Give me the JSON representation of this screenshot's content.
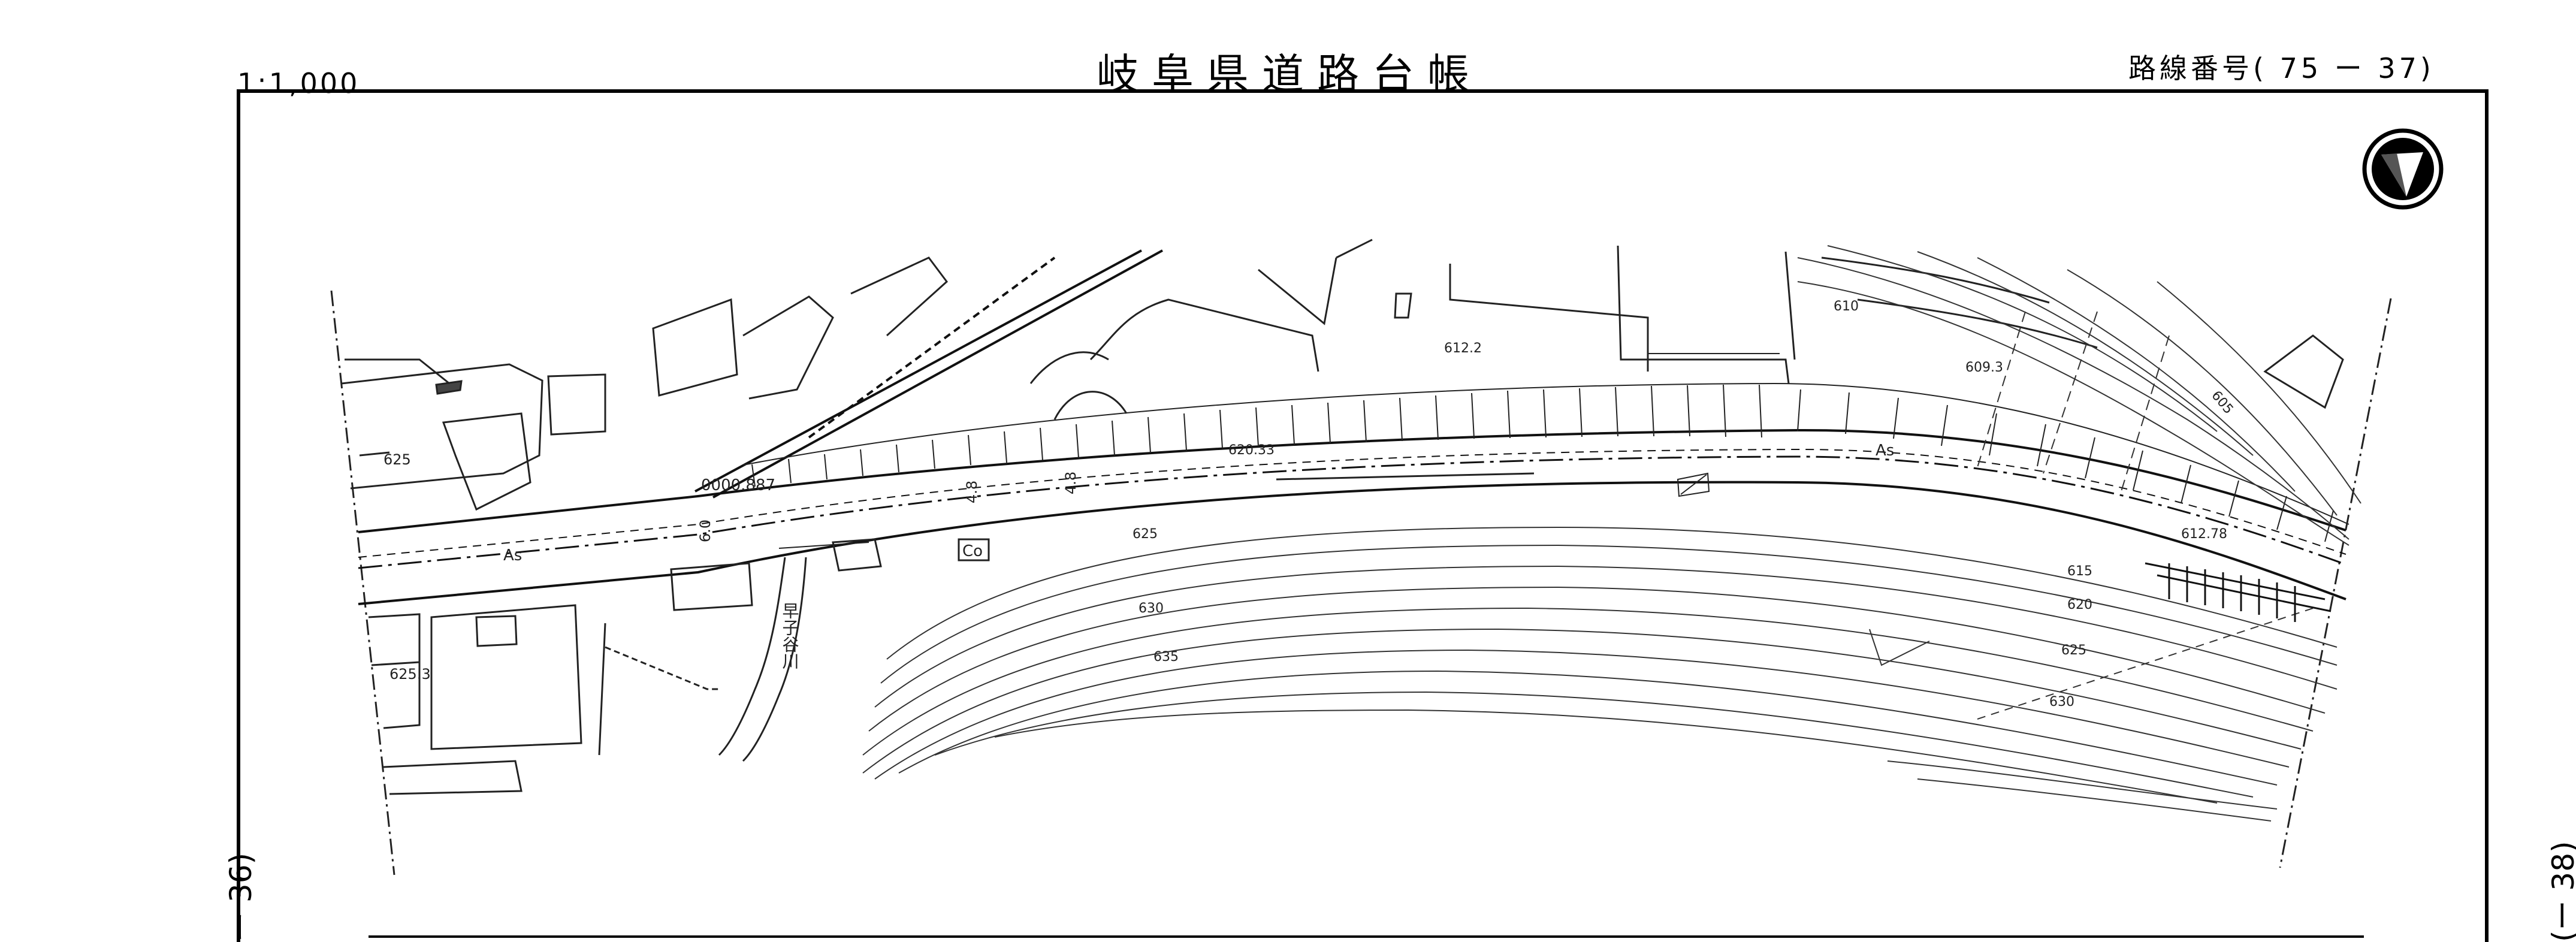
{
  "header": {
    "scale": "1:1,000",
    "title": "岐阜県道路台帳",
    "route_number": "路線番号( 75 ー 37)"
  },
  "adjacent_sheets": {
    "left": "ー 36)",
    "right": "(ー 38)"
  },
  "map": {
    "origin_marker": "0000.887",
    "pavement_label_left": "As",
    "pavement_label_right": "As",
    "width_labels": [
      "4.8",
      "4.8",
      "6.0"
    ],
    "spot_heights": [
      "620.33",
      "612.78",
      "612.2",
      "609.3",
      "625",
      "625.3"
    ],
    "contour_labels_north": [
      "610",
      "605"
    ],
    "contour_labels_south": [
      "625",
      "630",
      "635",
      "615",
      "620",
      "625",
      "630"
    ],
    "material_box": "Co",
    "place_name": "早子谷川"
  },
  "colors": {
    "ink": "#000000",
    "paper": "#ffffff"
  },
  "icons": {
    "north_arrow": "north-arrow-icon"
  }
}
